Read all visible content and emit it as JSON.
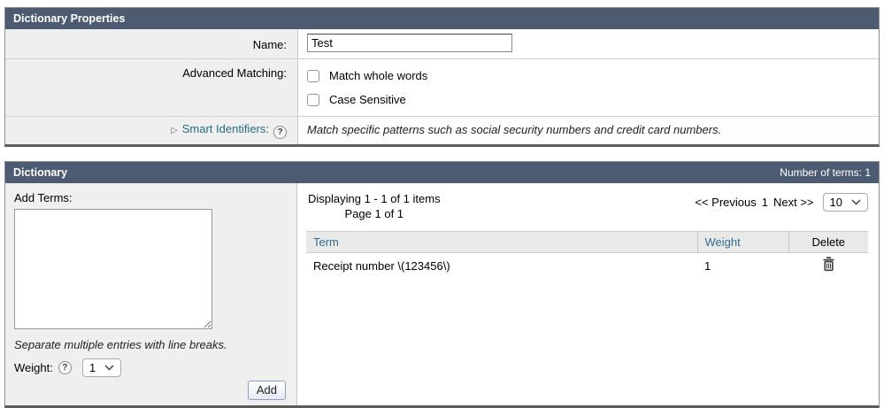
{
  "colors": {
    "panel_header_bg": "#4c5b71",
    "panel_header_text": "#ffffff",
    "row_label_bg": "#efefef",
    "table_header_bg": "#e9e9e9",
    "link_teal": "#266d80",
    "table_header_link": "#31708f"
  },
  "properties_panel": {
    "title": "Dictionary Properties",
    "name_label": "Name:",
    "name_value": "Test",
    "advanced_matching_label": "Advanced Matching:",
    "checkboxes": [
      {
        "label": "Match whole words",
        "checked": false
      },
      {
        "label": "Case Sensitive",
        "checked": false
      }
    ],
    "smart_identifiers_label": "Smart Identifiers:",
    "smart_identifiers_help_icon": "?",
    "smart_identifiers_description": "Match specific patterns such as social security numbers and credit card numbers."
  },
  "dictionary_panel": {
    "title": "Dictionary",
    "terms_count": "Number of terms: 1",
    "add_terms_label": "Add Terms:",
    "separate_hint": "Separate multiple entries with line breaks.",
    "weight_label": "Weight:",
    "weight_help_icon": "?",
    "weight_selected_value": "1",
    "add_button_label": "Add",
    "pagination": {
      "displaying_line": "Displaying 1 - 1 of 1 items",
      "page_line": "Page 1 of 1",
      "prev_label": "<< Previous",
      "current_page": "1",
      "next_label": "Next >>",
      "page_size_selected_value": "10"
    },
    "table": {
      "columns": [
        "Term",
        "Weight",
        "Delete"
      ],
      "rows": [
        {
          "term": "Receipt number \\(123456\\)",
          "weight": "1"
        }
      ]
    }
  }
}
